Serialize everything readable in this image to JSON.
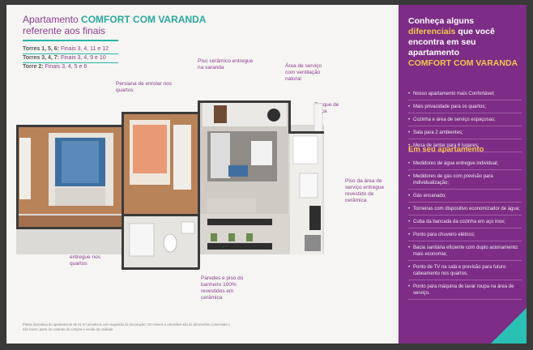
{
  "header": {
    "title_prefix": "Apartamento ",
    "title_strong": "COMFORT COM VARANDA",
    "title_sub": "referente aos finais",
    "towers": [
      {
        "label": "Torres 1, 5, 6:",
        "value": " Finais 3, 4, 11 e 12"
      },
      {
        "label": "Torres 3, 4, 7:",
        "value": " Finais 3, 4, 9 e 10"
      },
      {
        "label": "Torre 2:",
        "value": " Finais 3, 4, 5 e 6"
      }
    ]
  },
  "callouts": {
    "persiana": "Persiana de enrolar nos quartos",
    "piso_ceramico_varanda": "Piso cerâmico entregue na varanda",
    "area_servico": "Área de serviço com ventilação natural",
    "tanque": "Tanque de louça",
    "piso_area_servico": "Piso da área de serviço entregue revestido de cerâmica",
    "piso_laminado": "Piso laminado entregue nos quartos",
    "banheiro": "Paredes e piso do banheiro 100% revestidos em cerâmica"
  },
  "footnote": "Planta ilustrativa do apartamento de 41 m² privativos com sugestão de decoração. Os móveis e utensílios são de dimensões comerciais e não fazem parte do contrato de compra e venda da unidade.",
  "sidebar": {
    "heading_1": "Conheça alguns",
    "heading_hl": "diferenciais",
    "heading_2": " que você encontra em seu apartamento",
    "heading_model": "COMFORT COM VARANDA",
    "items": [
      "Nosso apartamento mais Confortável;",
      "Mais privacidade para os quartos;",
      "Cozinha e área de serviço espaçosas;",
      "Sala para 2 ambientes;",
      "Mesa de jantar para 6 lugares;"
    ],
    "section_title": "Em seu apartamento",
    "items2": [
      "Medidores de água entregue individual;",
      "Medidores de gás com previsão para individualização;",
      "Gás encanado;",
      "Torneiras com dispositivo economizador de água;",
      "Cuba da bancada da cozinha em aço inox;",
      "Ponto para chuveiro elétrico;",
      "Bacia sanitária eficiente com duplo acionamento: mais economia;",
      "Ponto de TV na sala e previsão para futuro cabeamento nos quartos;",
      "Ponto para máquina de lavar roupa na área de serviço."
    ]
  },
  "colors": {
    "purple": "#7d2d86",
    "teal": "#2bb5aa",
    "yellow": "#f2c94c"
  }
}
